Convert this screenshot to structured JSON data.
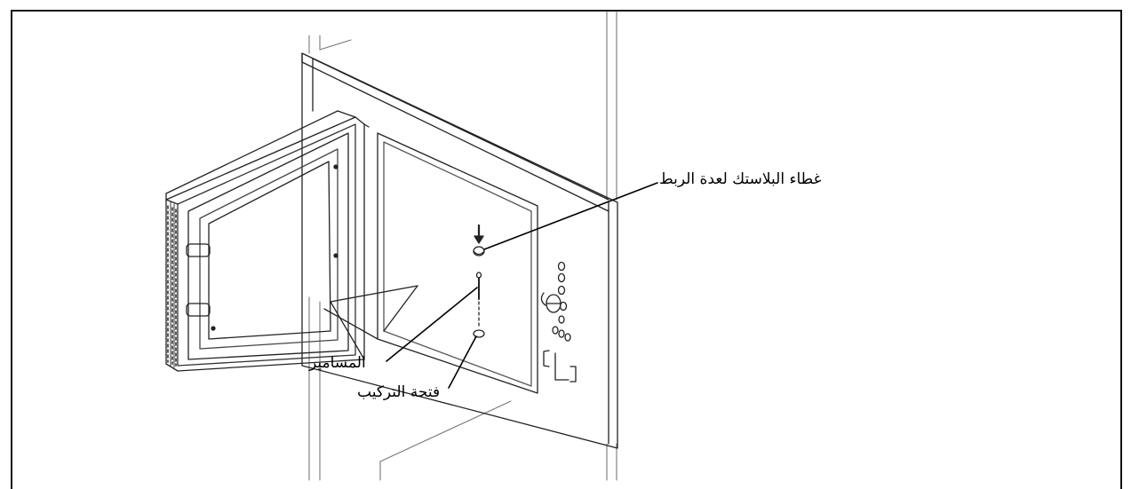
{
  "labels": {
    "plastic_cover": "غطاء البلاستك لعدة الربط",
    "screws": "المسامير",
    "mounting_hole": "فتحة التركيب"
  }
}
